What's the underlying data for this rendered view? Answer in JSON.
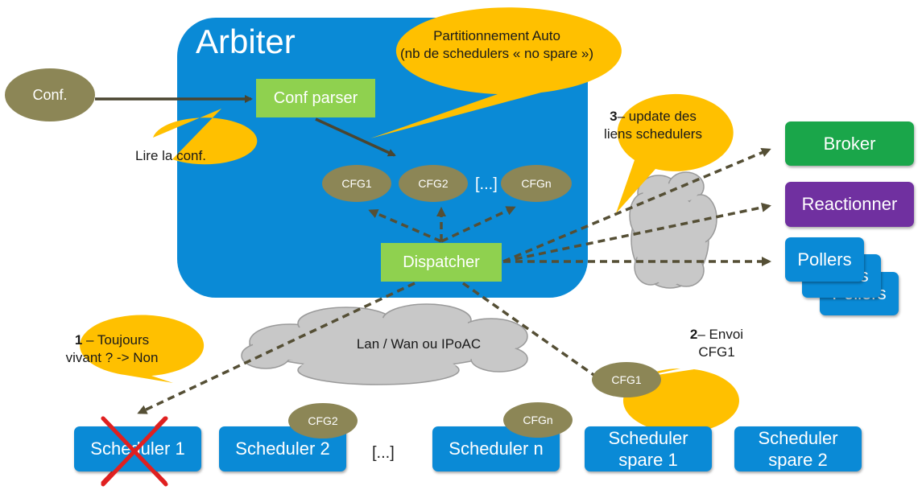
{
  "arbiter": {
    "title": "Arbiter"
  },
  "conf": {
    "label": "Conf."
  },
  "conf_parser": {
    "label": "Conf parser"
  },
  "dispatcher": {
    "label": "Dispatcher"
  },
  "cfgs": {
    "cfg1": "CFG1",
    "cfg2": "CFG2",
    "ellipsis": "[...]",
    "cfgn": "CFGn"
  },
  "callouts": {
    "lire": "Lire la conf.",
    "partition": {
      "line1": "Partitionnement Auto",
      "line2": "(nb de schedulers « no spare »)"
    },
    "update": {
      "num": "3",
      "line1": "– update des",
      "line2": "liens schedulers"
    },
    "toujours": {
      "num": "1",
      "line1": " – Toujours",
      "line2": "vivant ? -> Non"
    },
    "envoi": {
      "num": "2",
      "line1": "– Envoi",
      "line2": "CFG1"
    }
  },
  "network": {
    "label": "Lan / Wan ou IPoAC"
  },
  "satellites": {
    "broker": "Broker",
    "reactionner": "Reactionner",
    "pollers": "Pollers",
    "pollers_back1": "Pollers",
    "pollers_back2": "Pollers"
  },
  "schedulers": {
    "s1": "Scheduler 1",
    "s2": "Scheduler 2",
    "ellipsis": "[...]",
    "sn": "Scheduler n",
    "spare1": {
      "line1": "Scheduler",
      "line2": "spare 1"
    },
    "spare2": {
      "line1": "Scheduler",
      "line2": "spare 2"
    }
  },
  "badges": {
    "cfg1": "CFG1",
    "cfg2": "CFG2",
    "cfgn": "CFGn"
  },
  "colors": {
    "arbiter_blue": "#0a8ad6",
    "green_box": "#8fd14f",
    "olive": "#8c8656",
    "callout_yellow": "#ffc000",
    "broker_green": "#1aa64a",
    "reactionner_purple": "#7030a0",
    "cloud_gray": "#c8c8c8",
    "cross_red": "#e02020"
  }
}
